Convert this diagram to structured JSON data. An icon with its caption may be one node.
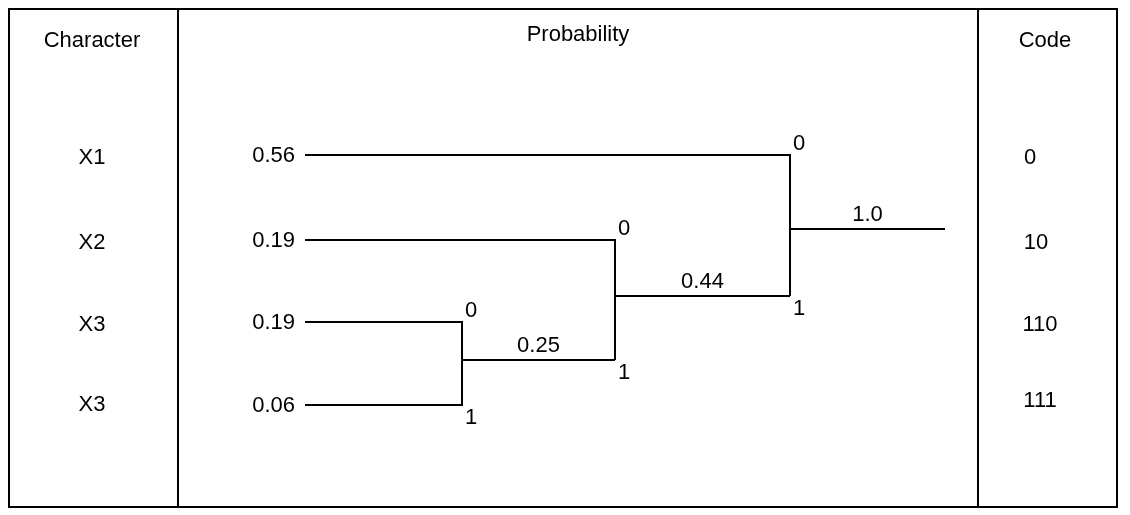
{
  "diagram": {
    "nodes": [
      {
        "text": [
          "0.56"
        ]
      },
      {
        "text": [
          "0.19"
        ]
      },
      {
        "text": [
          "0.19"
        ]
      },
      {
        "text": [
          "0.06"
        ]
      },
      {
        "text": [
          "0.25"
        ]
      },
      {
        "text": [
          "0.44"
        ]
      },
      {
        "text": [
          "1.0"
        ]
      }
    ],
    "edges": [
      {
        "from": 2,
        "to": 4,
        "arrow": "none",
        "label": "0"
      },
      {
        "from": 3,
        "to": 4,
        "arrow": "none",
        "label": "1"
      },
      {
        "from": 1,
        "to": 5,
        "arrow": "none",
        "label": "0"
      },
      {
        "from": 4,
        "to": 5,
        "arrow": "none",
        "label": "1"
      },
      {
        "from": 0,
        "to": 6,
        "arrow": "none",
        "label": "0"
      },
      {
        "from": 5,
        "to": 6,
        "arrow": "none",
        "label": "1"
      }
    ],
    "labels": [
      "Character",
      "Probability",
      "Code",
      "X1",
      "0",
      "X2",
      "10",
      "X3",
      "110",
      "X3",
      "111"
    ]
  }
}
